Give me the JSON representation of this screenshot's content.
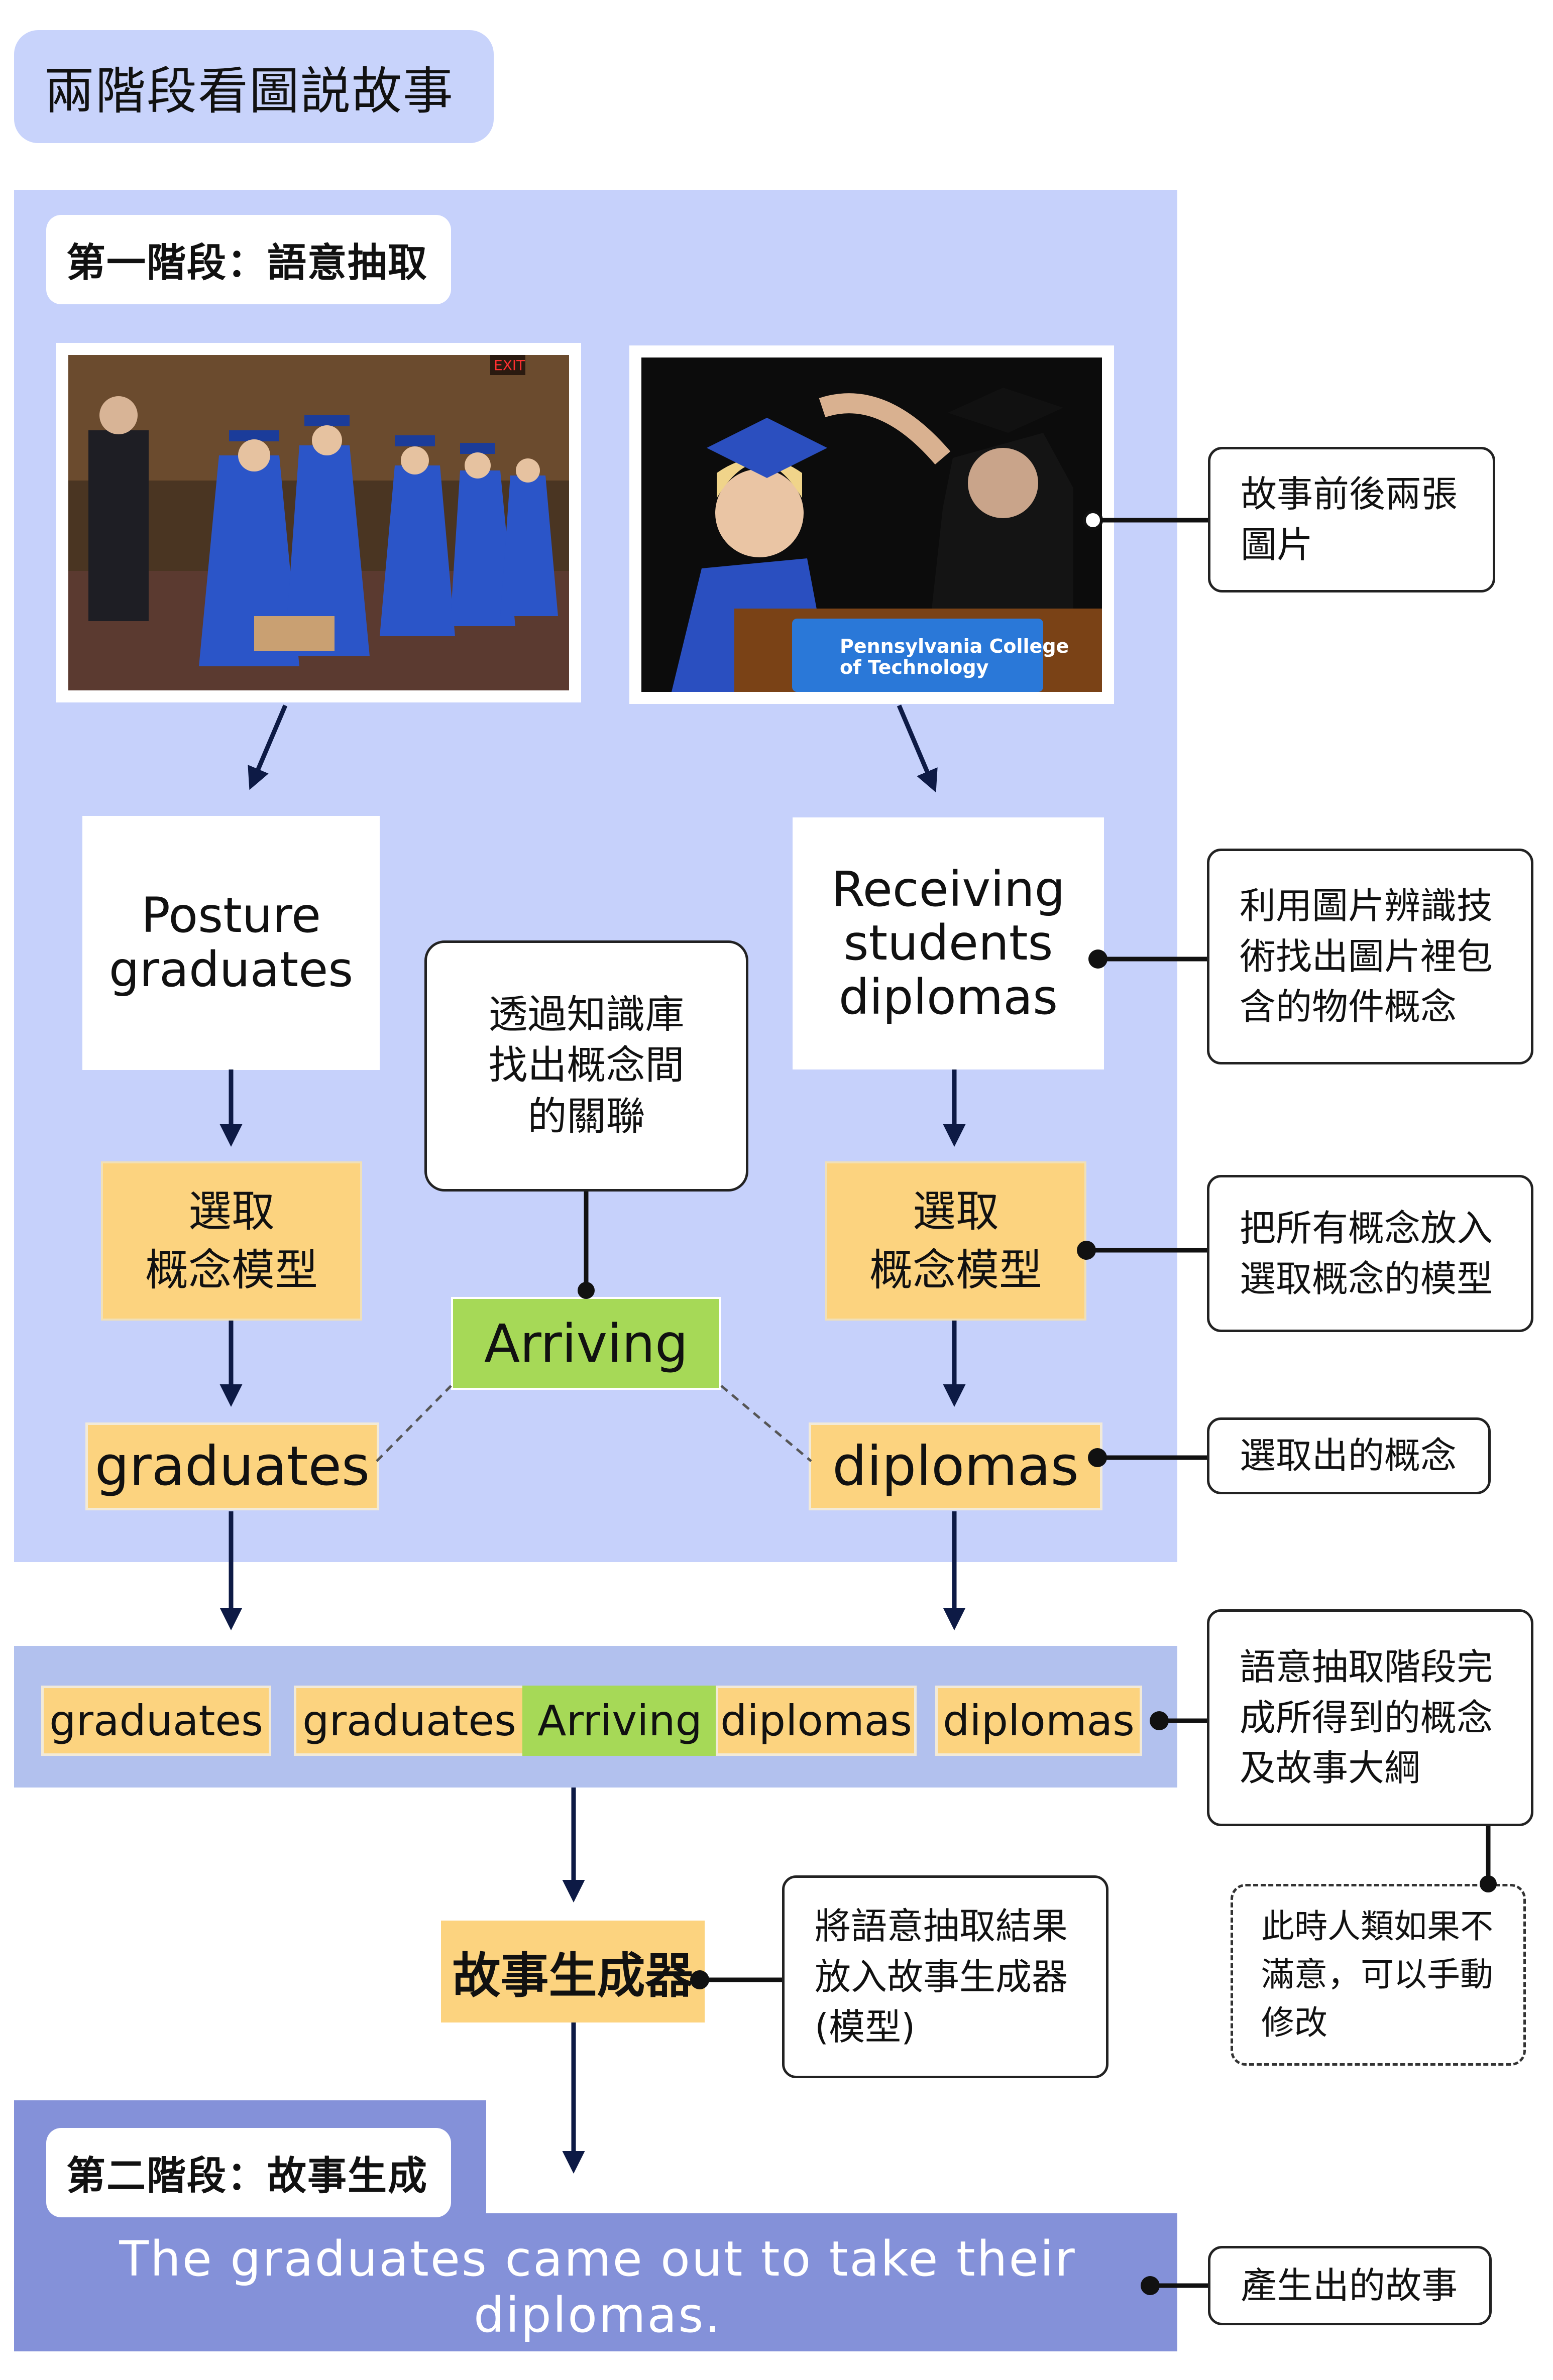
{
  "title": "兩階段看圖説故事",
  "stage1": {
    "label": "第一階段：語意抽取"
  },
  "stage2": {
    "label": "第二階段：故事生成"
  },
  "photos": {
    "left": {
      "exit_sign": "EXIT"
    },
    "right": {
      "podium_line1": "Pennsylvania College",
      "podium_line2": "of Technology"
    }
  },
  "concepts": {
    "left": [
      "Posture",
      "graduates"
    ],
    "right": [
      "Receiving",
      "students",
      "diplomas"
    ]
  },
  "knowledge_note": [
    "透過知識庫",
    "找出概念間",
    "的關聯"
  ],
  "model_label": [
    "選取",
    "概念模型"
  ],
  "relation": "Arriving",
  "selected": {
    "left": "graduates",
    "right": "diplomas"
  },
  "summary_chips": [
    "graduates",
    "graduates",
    "Arriving",
    "diplomas",
    "diplomas"
  ],
  "generator_label": "故事生成器",
  "generator_note": [
    "將語意抽取結果",
    "放入故事生成器",
    "(模型)"
  ],
  "story": "The graduates came out to take their diplomas.",
  "side_notes": {
    "photos": [
      "故事前後兩張",
      "圖片"
    ],
    "recognition": [
      "利用圖片辨識技",
      "術找出圖片裡包",
      "含的物件概念"
    ],
    "model": [
      "把所有概念放入",
      "選取概念的模型"
    ],
    "selected": [
      "選取出的概念"
    ],
    "summary": [
      "語意抽取階段完",
      "成所得到的概念",
      "及故事大綱"
    ],
    "manual": [
      "此時人類如果不",
      "滿意，可以手動",
      "修改"
    ],
    "story": [
      "產生出的故事"
    ]
  },
  "colors": {
    "panel": "#c6d1fb",
    "band": "#b2c1ee",
    "stage2": "#8491d9",
    "yellow": "#fcd37f",
    "green": "#a6d957",
    "arrow": "#0d1a45"
  }
}
